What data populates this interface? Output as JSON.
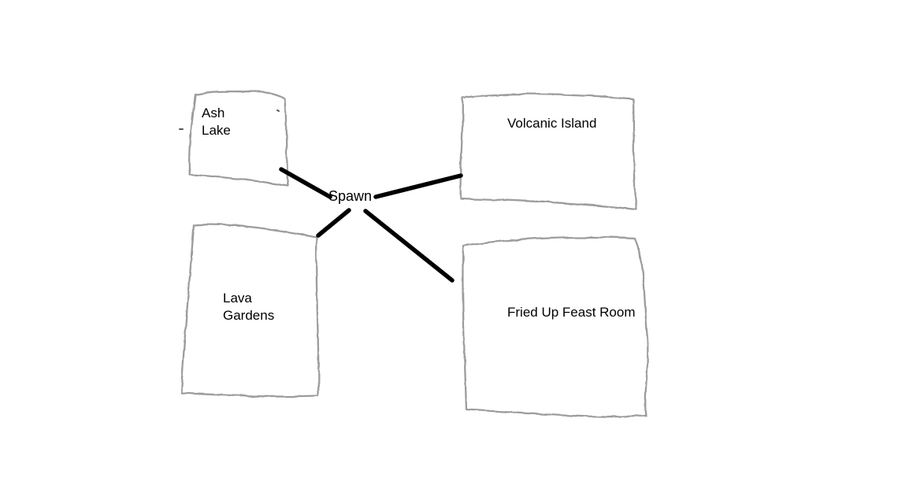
{
  "diagram": {
    "type": "hand-drawn-map",
    "background_color": "#ffffff",
    "box_stroke_color": "#9c9c9c",
    "connector_color": "#000000",
    "text_color": "#000000",
    "nodes": [
      {
        "id": "ash-lake",
        "label": "Ash Lake"
      },
      {
        "id": "volcanic-island",
        "label": "Volcanic Island"
      },
      {
        "id": "spawn",
        "label": "Spawn"
      },
      {
        "id": "lava-gardens",
        "label": "Lava Gardens"
      },
      {
        "id": "fried-up-feast-room",
        "label": "Fried Up Feast Room"
      }
    ],
    "edges": [
      {
        "from": "Spawn",
        "to": "Ash Lake"
      },
      {
        "from": "Spawn",
        "to": "Volcanic Island"
      },
      {
        "from": "Spawn",
        "to": "Lava Gardens"
      },
      {
        "from": "Spawn",
        "to": "Fried Up Feast Room"
      }
    ]
  }
}
